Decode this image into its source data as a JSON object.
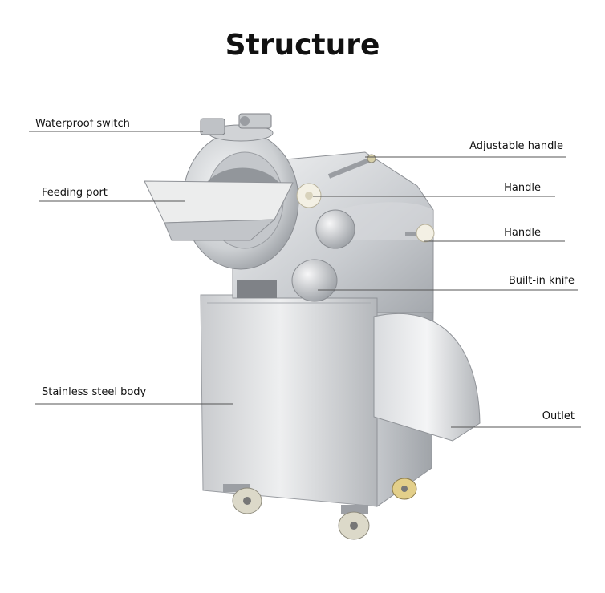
{
  "title": "Structure",
  "labels": {
    "waterproof_switch": "Waterproof switch",
    "feeding_port": "Feeding port",
    "stainless_steel_body": "Stainless steel body",
    "adjustable_handle": "Adjustable handle",
    "handle_upper": "Handle",
    "handle_lower": "Handle",
    "built_in_knife": "Built-in knife",
    "outlet": "Outlet"
  },
  "colors": {
    "steel_light": "#e6e7e9",
    "steel_mid": "#b9bcc0",
    "steel_dark": "#8a8d92",
    "knob": "#f3f0e4",
    "leader_line": "#555555"
  }
}
